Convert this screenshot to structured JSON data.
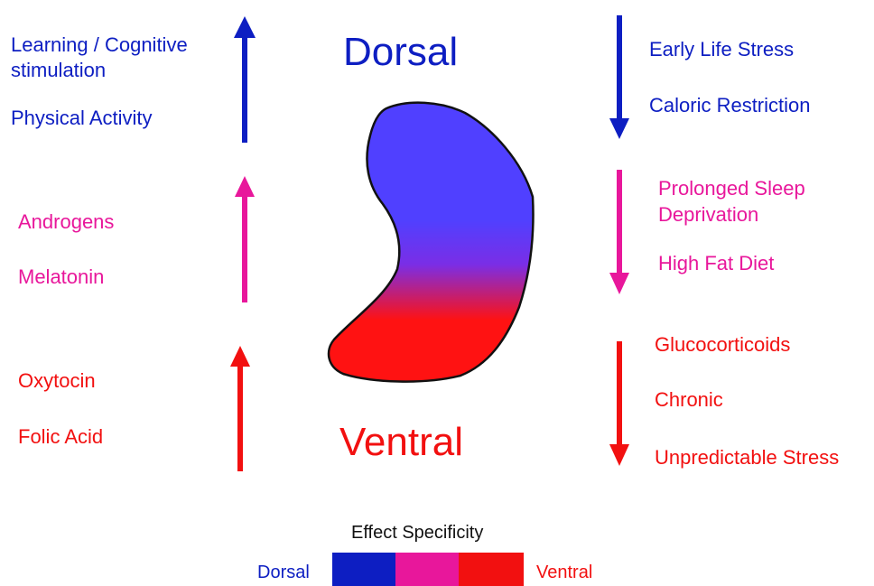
{
  "colors": {
    "dorsal": "#0d1ec2",
    "mid": "#e8179b",
    "ventral": "#f21010",
    "hippocampus_top": "#5040ff",
    "hippocampus_mid": "#7a2ee6",
    "hippocampus_bottom": "#ff1212"
  },
  "regions": {
    "dorsal": "Dorsal",
    "ventral": "Ventral"
  },
  "increase": {
    "dorsal": [
      "Learning / Cognitive",
      "stimulation",
      "Physical Activity"
    ],
    "mid": [
      "Androgens",
      "Melatonin"
    ],
    "ventral": [
      "Oxytocin",
      "Folic Acid"
    ]
  },
  "decrease": {
    "dorsal": [
      "Early Life Stress",
      "Caloric Restriction"
    ],
    "mid": [
      "Prolonged Sleep",
      "Deprivation",
      "High Fat Diet"
    ],
    "ventral": [
      "Glucocorticoids",
      "Chronic",
      "Unpredictable Stress"
    ]
  },
  "legend": {
    "title": "Effect Specificity",
    "left": "Dorsal",
    "right": "Ventral"
  }
}
